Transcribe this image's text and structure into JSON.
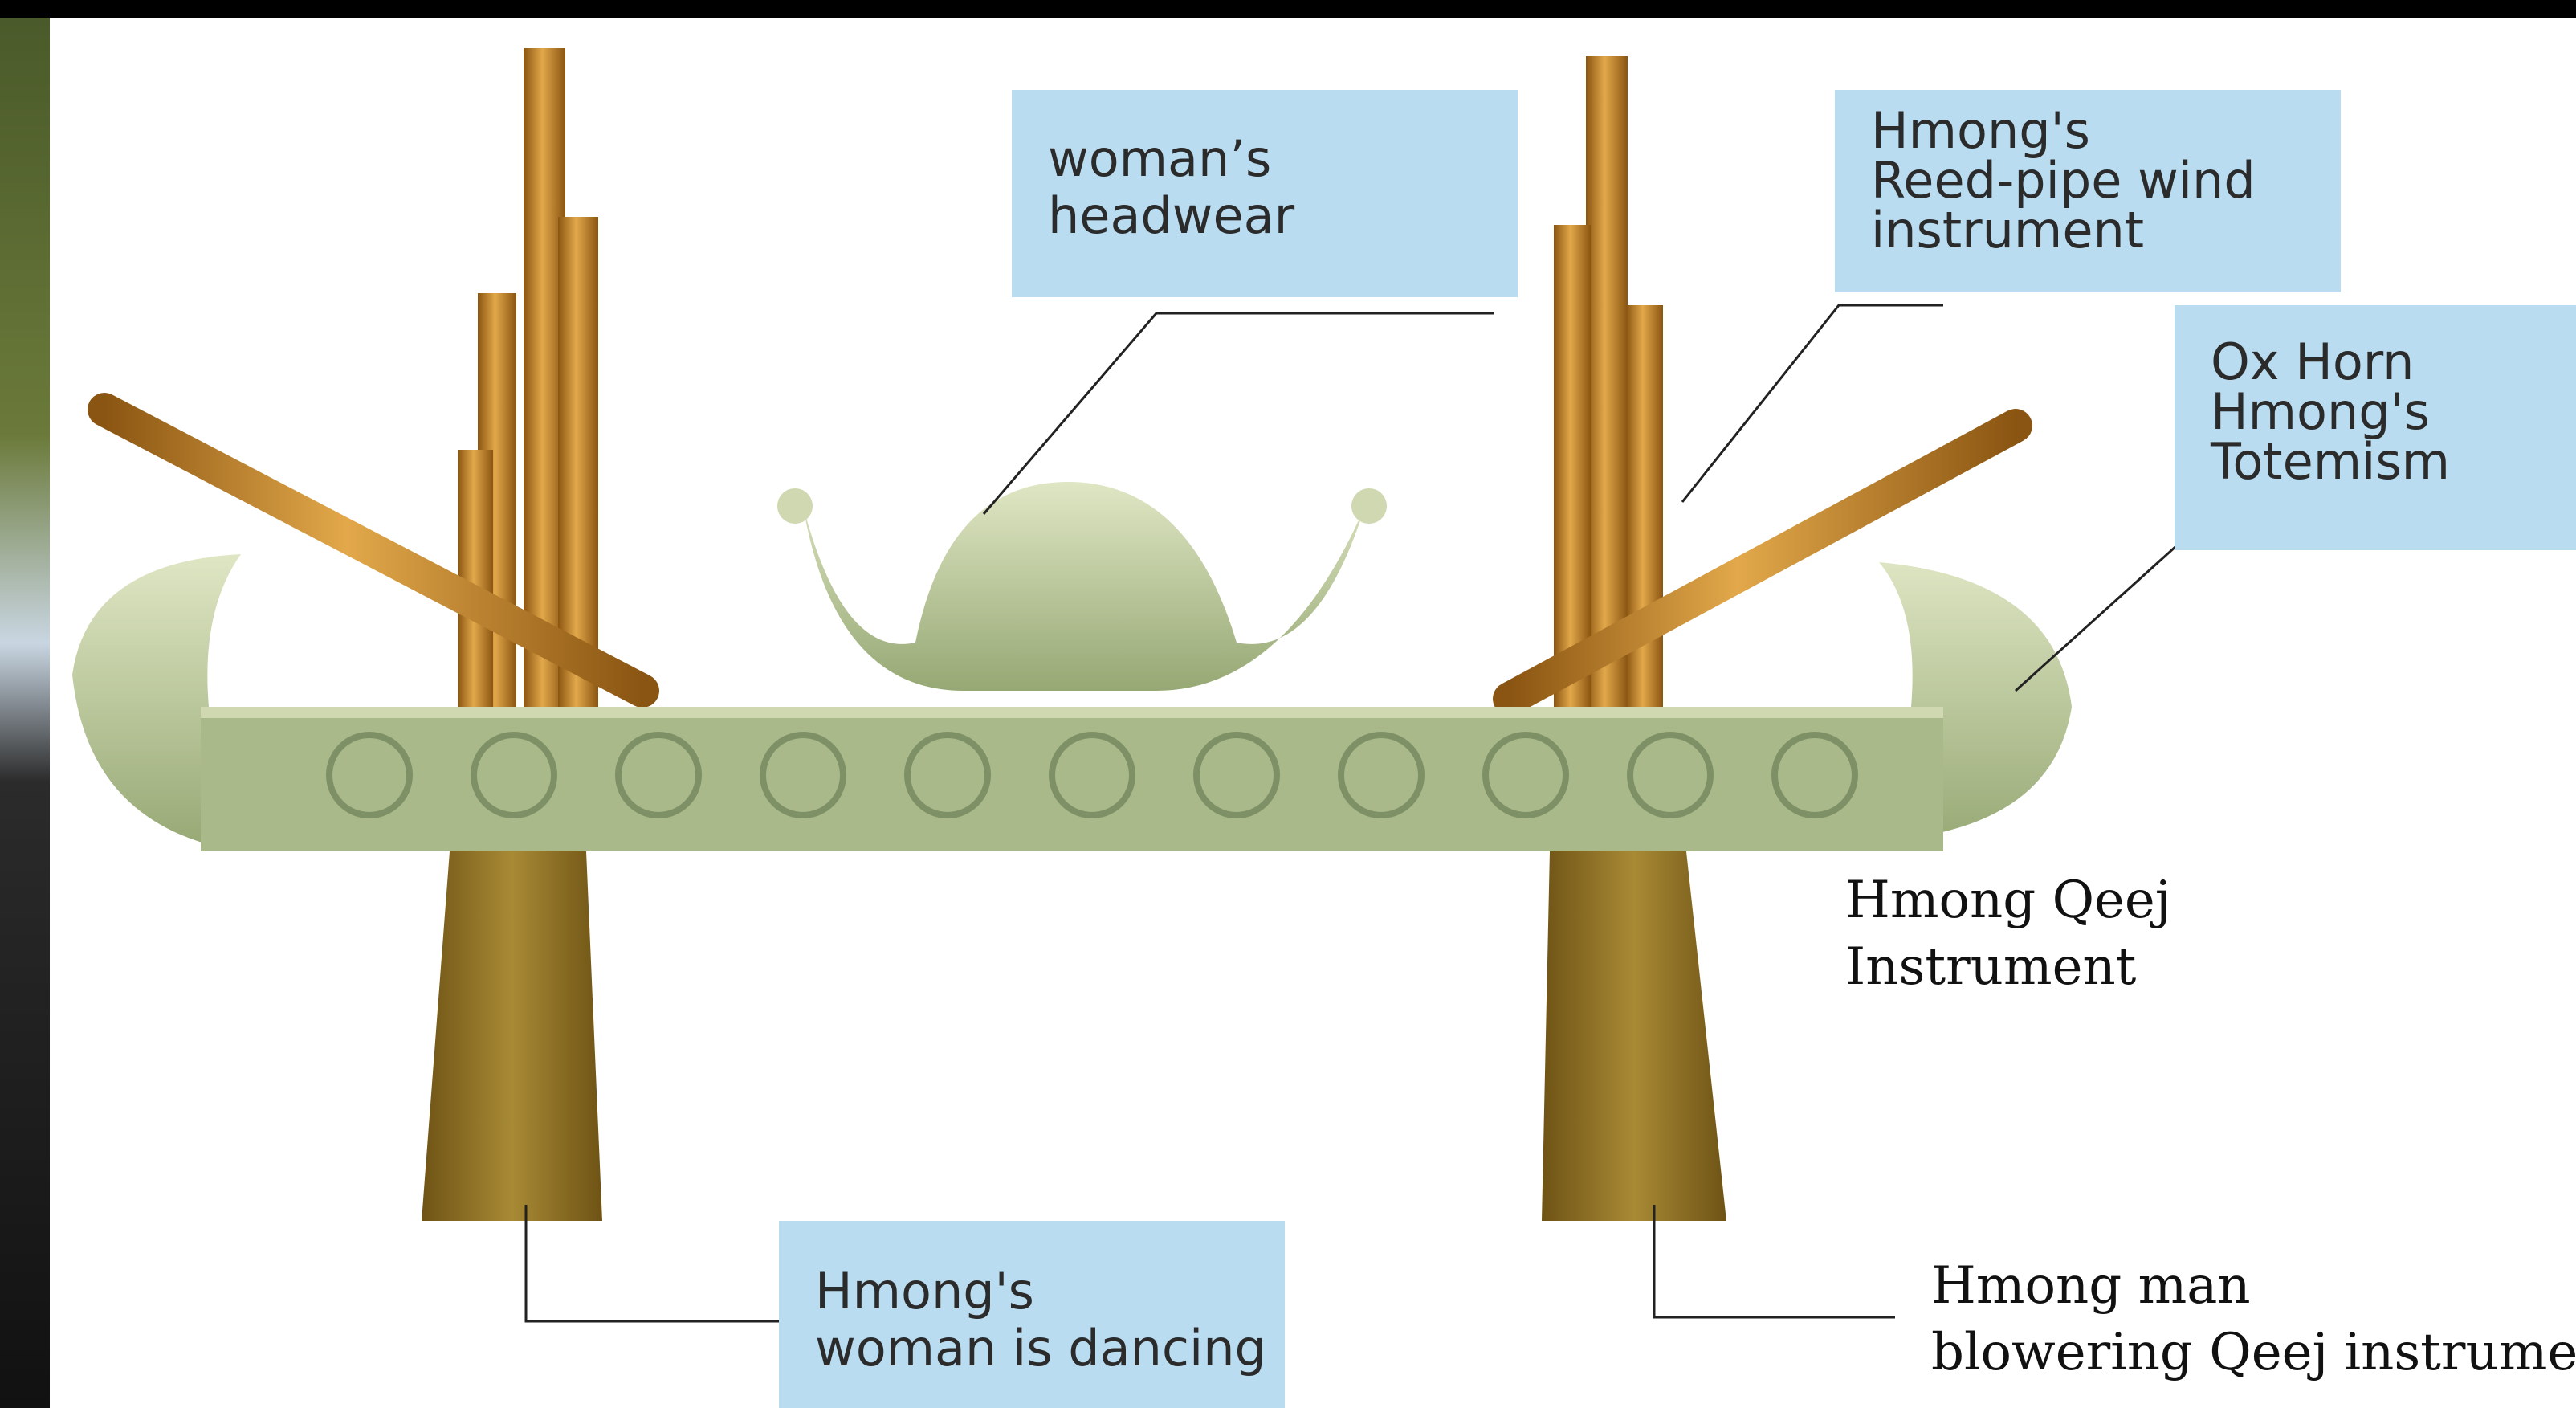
{
  "labels": {
    "headwear": [
      "woman’s",
      "headwear"
    ],
    "reed_pipe": [
      "Hmong's",
      "Reed-pipe wind",
      "instrument"
    ],
    "ox_horn": [
      "Ox Horn",
      "Hmong's",
      "Totemism"
    ],
    "qeej": [
      "Hmong Qeej",
      "Instrument"
    ],
    "dancing": [
      "Hmong's",
      "woman is dancing"
    ],
    "man": [
      "Hmong man",
      "blowering Qeej instrument"
    ]
  },
  "colors": {
    "callout_bg": "#b9dcf0",
    "gold": "#c98a2a",
    "jade": "#b9c79a"
  }
}
